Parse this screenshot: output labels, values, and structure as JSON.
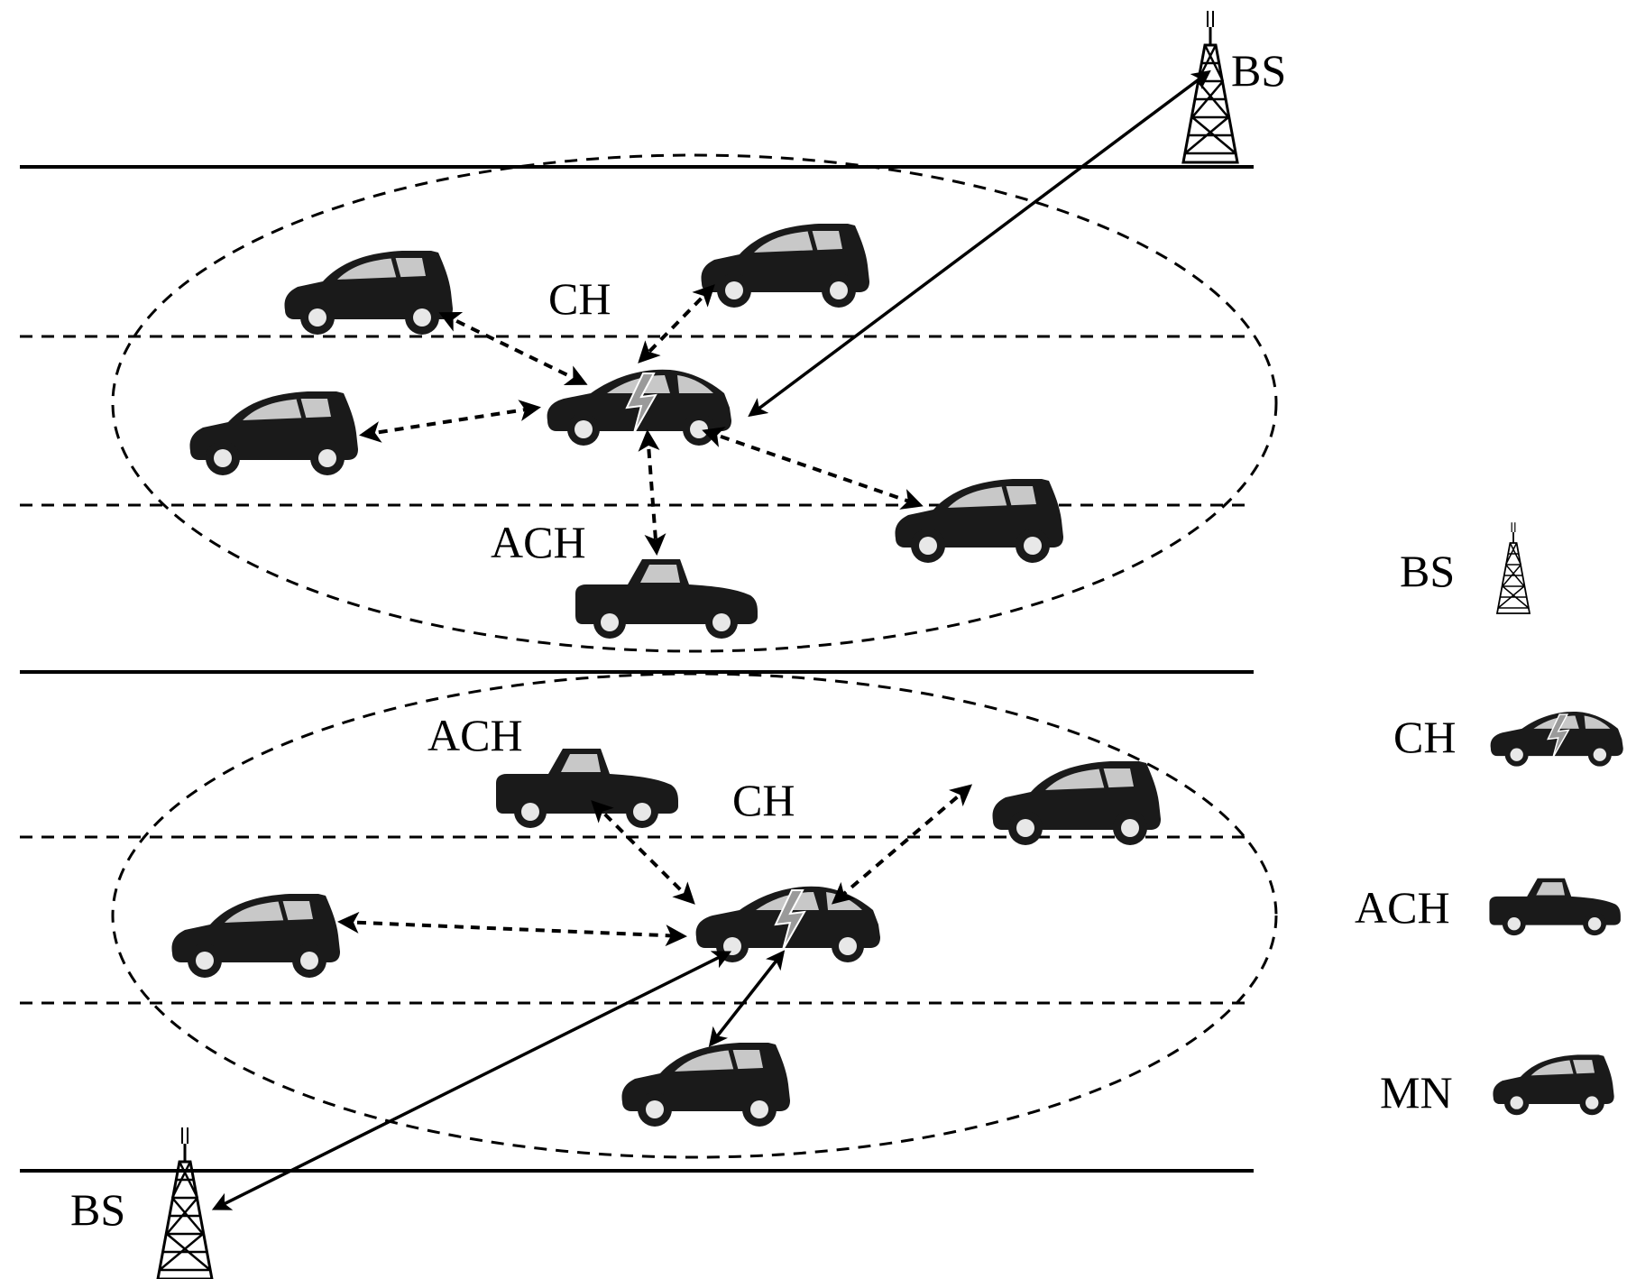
{
  "labels": {
    "bs_top": "BS",
    "bs_bottom": "BS",
    "ch_top": "CH",
    "ach_top": "ACH",
    "ach_bottom": "ACH",
    "ch_bottom": "CH"
  },
  "legend": {
    "bs": "BS",
    "ch": "CH",
    "ach": "ACH",
    "mn": "MN"
  },
  "icons": {
    "bs": "cell-tower-icon",
    "ch": "sedan-car-with-lightning-icon",
    "ach": "pickup-truck-icon",
    "mn": "hatchback-car-icon"
  },
  "colors": {
    "vehicle_body": "#1a1a1a",
    "window": "#c8c8c8",
    "lines": "#000000"
  }
}
